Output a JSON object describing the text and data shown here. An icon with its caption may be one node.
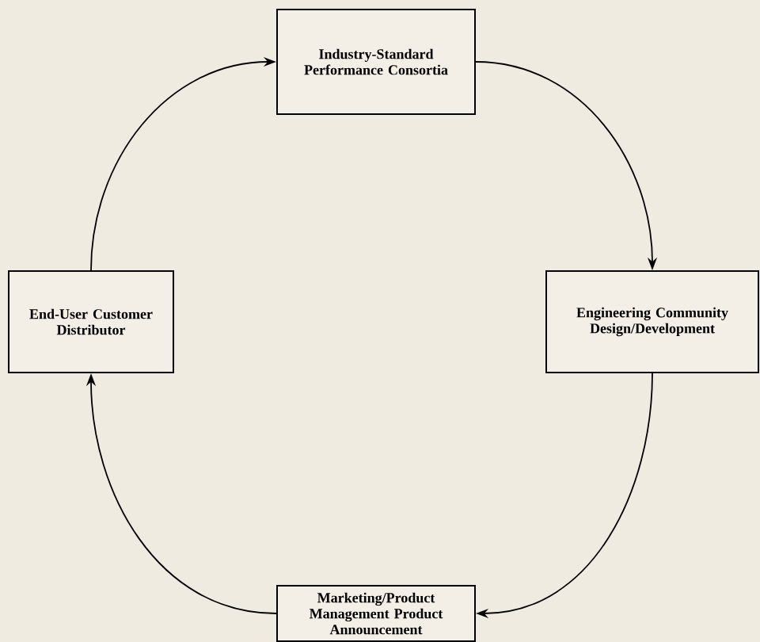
{
  "diagram": {
    "nodes": [
      {
        "text": [
          "Industry-Standard Performance Consortia"
        ]
      },
      {
        "text": [
          "Engineering Community Design/Development"
        ]
      },
      {
        "text": [
          "Marketing/Product Management Product Announcement"
        ]
      },
      {
        "text": [
          "End-User Customer Distributor"
        ]
      }
    ],
    "edges": [
      {
        "from": 0,
        "to": 1,
        "arrow": "to"
      },
      {
        "from": 1,
        "to": 2,
        "arrow": "to"
      },
      {
        "from": 2,
        "to": 3,
        "arrow": "to"
      },
      {
        "from": 3,
        "to": 0,
        "arrow": "to"
      }
    ]
  }
}
